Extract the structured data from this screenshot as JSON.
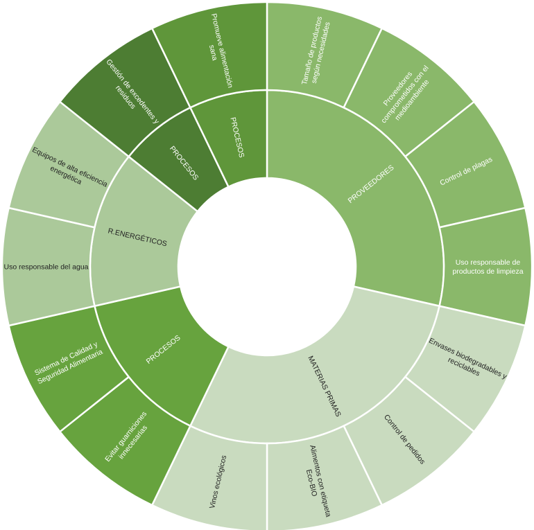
{
  "chart_data": {
    "type": "sunburst",
    "inner": [
      {
        "label": "PROVEEDORES",
        "color": "#8ab86a",
        "text_color": "#ffffff",
        "children": [
          {
            "label": "Tamaño de productos según necesidades",
            "lines": [
              "Tamaño de productos",
              "según necesidades"
            ],
            "value": 1
          },
          {
            "label": "Proveedores comprometidos con el medioambiente",
            "lines": [
              "Proveedores",
              "comprometidos con el",
              "medioambiente"
            ],
            "value": 1
          },
          {
            "label": "Control de plagas",
            "lines": [
              "Control de plagas"
            ],
            "value": 1
          },
          {
            "label": "Uso responsable de productos de limpieza",
            "lines": [
              "Uso responsable de",
              "productos de limpieza"
            ],
            "value": 1
          }
        ]
      },
      {
        "label": "MATERIAS PRIMAS",
        "color": "#c9dbbf",
        "text_color": "#222222",
        "children": [
          {
            "label": "Envases biodegradables y reciclables",
            "lines": [
              "Envases biodegradables y",
              "reciclables"
            ],
            "value": 1
          },
          {
            "label": "Control de pedidos",
            "lines": [
              "Control de pedidos"
            ],
            "value": 1
          },
          {
            "label": "Alimentos con etiqueta Eco-BIO",
            "lines": [
              "Alimentos con etiqueta",
              "Eco-BIO"
            ],
            "value": 1
          },
          {
            "label": "Vinos ecológicos",
            "lines": [
              "Vinos ecológicos"
            ],
            "value": 1
          }
        ]
      },
      {
        "label": "PROCESOS",
        "color": "#67a33e",
        "text_color": "#ffffff",
        "children": [
          {
            "label": "Evitar guarniciones innecesarias",
            "lines": [
              "Evitar guarniciones",
              "innecesarias"
            ],
            "value": 1
          },
          {
            "label": "Sistema de Calidad y Seguridad Alimentaria",
            "lines": [
              "Sistema de Calidad y",
              "Seguridad Alimentaria"
            ],
            "value": 1
          }
        ]
      },
      {
        "label": "R.ENERGÉTICOS",
        "color": "#abc99a",
        "text_color": "#222222",
        "children": [
          {
            "label": "Uso responsable del agua",
            "lines": [
              "Uso responsable del agua"
            ],
            "value": 1
          },
          {
            "label": "Equipos de alta eficiencia energética",
            "lines": [
              "Equipos de alta eficiencia",
              "energética"
            ],
            "value": 1
          }
        ]
      },
      {
        "label": "PROCESOS",
        "color": "#4d7d33",
        "text_color": "#ffffff",
        "children": [
          {
            "label": "Gestión de excedentes y residuos",
            "lines": [
              "Gestión de excedentes y",
              "residuos"
            ],
            "value": 1
          }
        ]
      },
      {
        "label": "PROCESOS",
        "color": "#5f963a",
        "text_color": "#ffffff",
        "children": [
          {
            "label": "Promueve alimentación sana",
            "lines": [
              "Promueve alimentación",
              "sana"
            ],
            "value": 1
          }
        ]
      }
    ]
  }
}
